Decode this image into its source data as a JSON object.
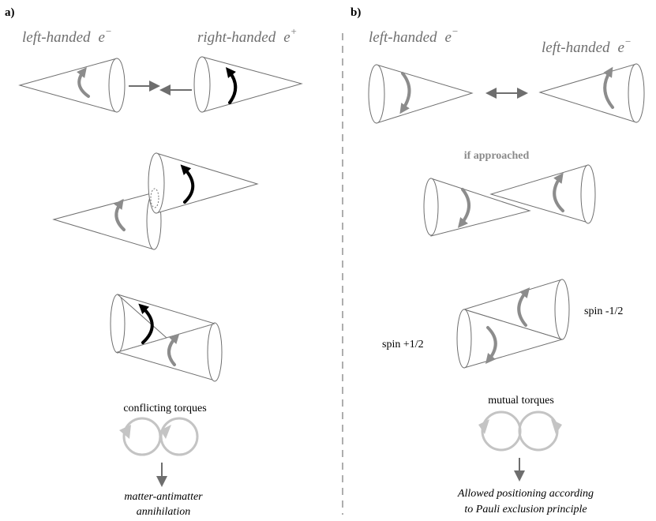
{
  "panel_a": {
    "label": "a)",
    "left_particle": "left-handed",
    "left_symbol": "e",
    "left_sup": "−",
    "right_particle": "right-handed",
    "right_symbol": "e",
    "right_sup": "+",
    "torque_label": "conflicting torques",
    "result_line1": "matter-antimatter",
    "result_line2": "annihilation"
  },
  "panel_b": {
    "label": "b)",
    "left_particle": "left-handed",
    "left_symbol": "e",
    "left_sup": "−",
    "right_particle": "left-handed",
    "right_symbol": "e",
    "right_sup": "−",
    "approach_label": "if approached",
    "spin_plus": "spin +1/2",
    "spin_minus": "spin -1/2",
    "torque_label": "mutual torques",
    "result_line1": "Allowed positioning according",
    "result_line2": "to Pauli exclusion principle"
  },
  "colors": {
    "gray_arrow": "#8c8c8c",
    "black_arrow": "#000000",
    "light_circle": "#c4c4c4",
    "outline": "#6f6f6f"
  }
}
